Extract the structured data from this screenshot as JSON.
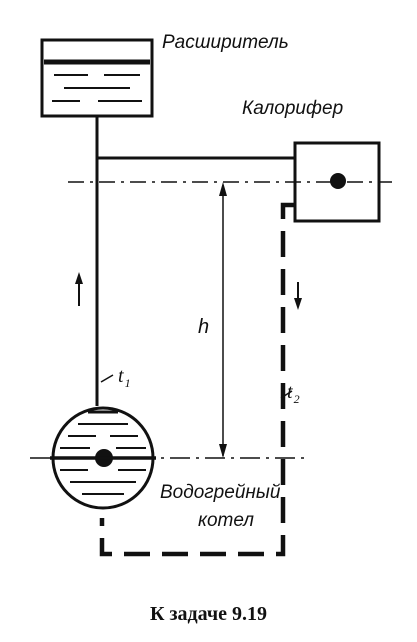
{
  "labels": {
    "expander": "Расширитель",
    "heater": "Калорифер",
    "height": "h",
    "t1_symbol": "t",
    "t1_index": "1",
    "t2_symbol": "t",
    "t2_index": "2",
    "boiler_line1": "Водогрейный",
    "boiler_line2": "котел"
  },
  "caption": "К задаче 9.19",
  "colors": {
    "ink": "#111111",
    "background": "#ffffff"
  }
}
